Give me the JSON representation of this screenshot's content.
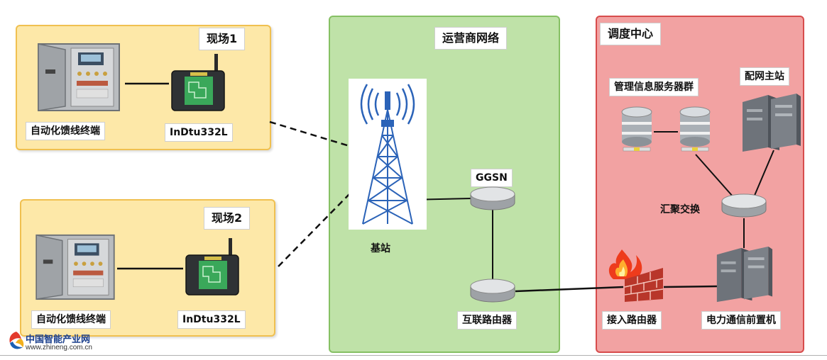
{
  "site1": {
    "title": "现场1",
    "terminal_label": "自动化馈线终端",
    "dtu_label": "InDtu332L"
  },
  "site2": {
    "title": "现场2",
    "terminal_label": "自动化馈线终端",
    "dtu_label": "InDtu332L"
  },
  "carrier": {
    "title": "运营商网络",
    "base_station_label": "基站",
    "ggsn_label": "GGSN",
    "router_label": "互联路由器"
  },
  "dispatch": {
    "title": "调度中心",
    "server_group_label": "管理信息服务器群",
    "master_station_label": "配网主站",
    "switch_label": "汇聚交换",
    "access_router_label": "接入路由器",
    "front_end_label": "电力通信前置机"
  },
  "footer": {
    "logo_name": "中国智能产业网",
    "logo_url": "www.zhineng.com.cn"
  },
  "colors": {
    "site_fill": "#fde8a8",
    "carrier_fill": "#bfe2a8",
    "dispatch_fill": "#f2a2a2",
    "tower": "#2b63b8"
  }
}
